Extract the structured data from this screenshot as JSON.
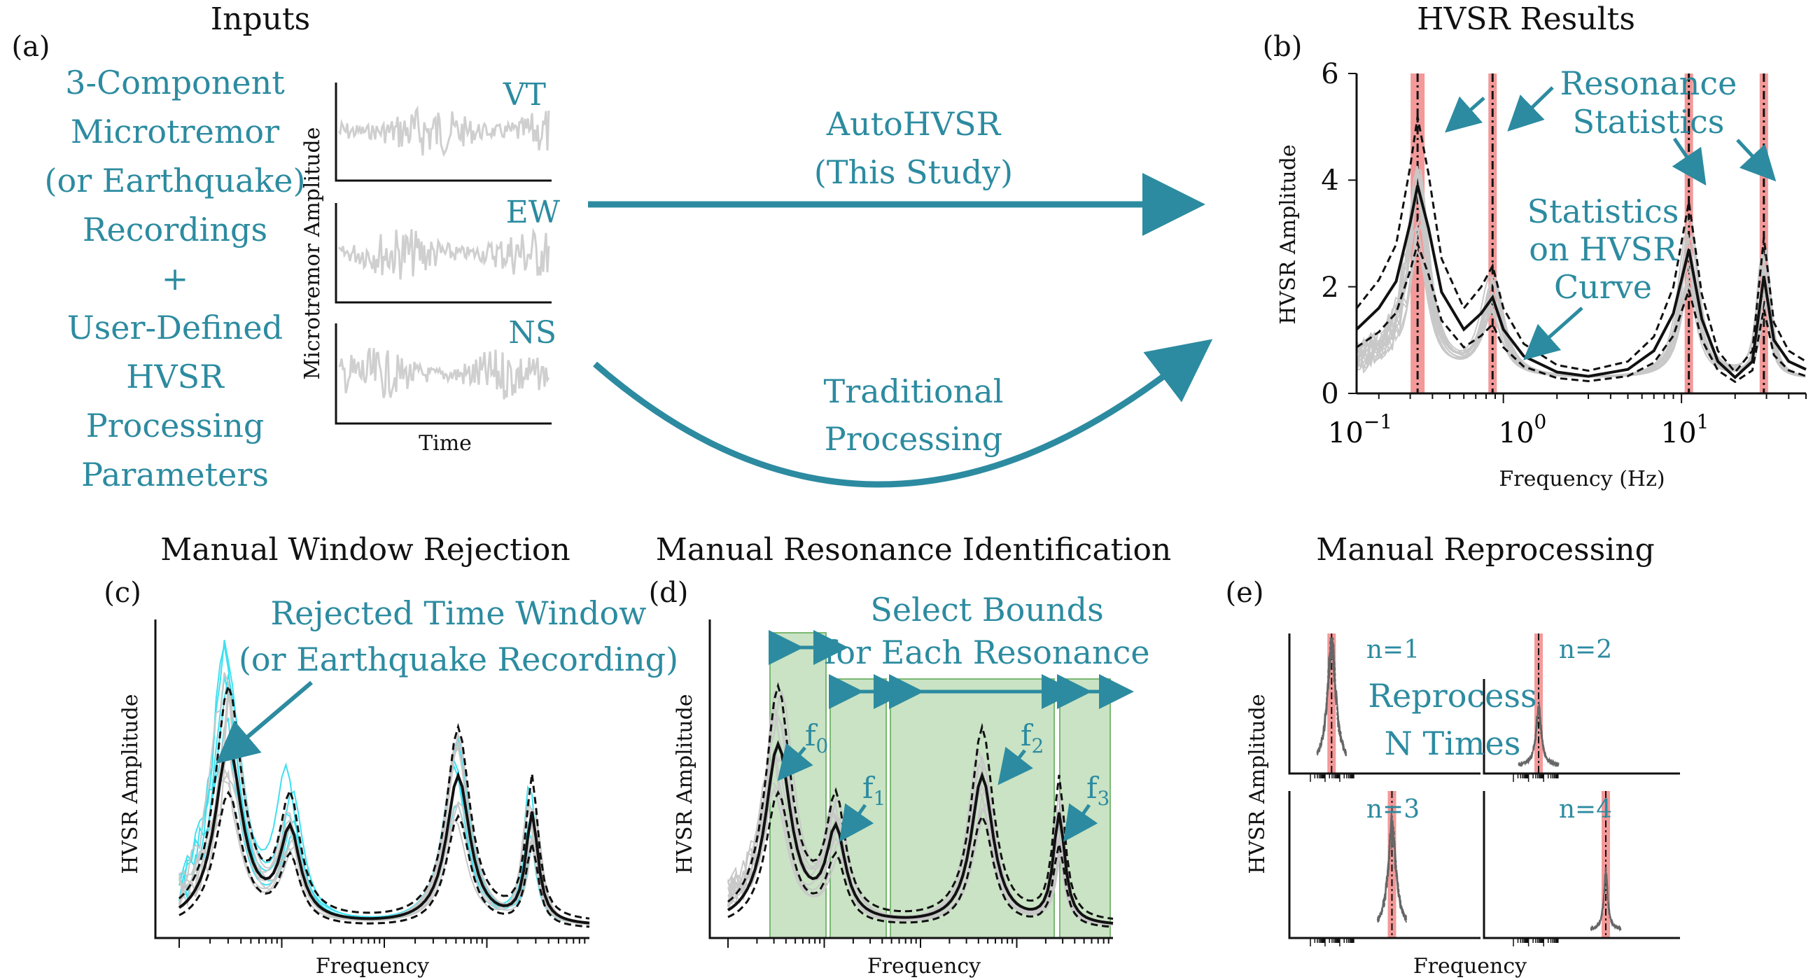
{
  "panels": {
    "a": {
      "label": "(a)",
      "title": "Inputs",
      "lines": [
        "3-Component",
        "Microtremor",
        "(or Earthquake)",
        "Recordings",
        "+",
        "User-Defined",
        "HVSR",
        "Processing",
        "Parameters"
      ],
      "components": [
        "VT",
        "EW",
        "NS"
      ],
      "ylabel": "Microtremor Amplitude",
      "xlabel": "Time"
    },
    "arrows": {
      "auto_line1": "AutoHVSR",
      "auto_line2": "(This Study)",
      "trad_line1": "Traditional",
      "trad_line2": "Processing"
    },
    "b": {
      "label": "(b)",
      "title": "HVSR Results",
      "ylabel": "HVSR Amplitude",
      "xlabel": "Frequency (Hz)",
      "yticks": [
        "0",
        "2",
        "4",
        "6"
      ],
      "xticks": [
        {
          "base": "10",
          "exp": "−1"
        },
        {
          "base": "10",
          "exp": "0"
        },
        {
          "base": "10",
          "exp": "1"
        }
      ],
      "ann_resonance_1": "Resonance",
      "ann_resonance_2": "Statistics",
      "ann_curve_1": "Statistics",
      "ann_curve_2": "on HVSR",
      "ann_curve_3": "Curve"
    },
    "c": {
      "label": "(c)",
      "title": "Manual Window Rejection",
      "ylabel": "HVSR Amplitude",
      "xlabel": "Frequency",
      "ann_1": "Rejected Time Window",
      "ann_2": "(or Earthquake Recording)"
    },
    "d": {
      "label": "(d)",
      "title": "Manual Resonance Identification",
      "ylabel": "HVSR Amplitude",
      "xlabel": "Frequency",
      "ann_1": "Select Bounds",
      "ann_2": "for Each Resonance",
      "peaks": [
        "f",
        "f",
        "f",
        "f"
      ],
      "peak_subs": [
        "0",
        "1",
        "2",
        "3"
      ]
    },
    "e": {
      "label": "(e)",
      "title": "Manual Reprocessing",
      "ylabel": "HVSR Amplitude",
      "xlabel": "Frequency",
      "subplots": [
        "n=1",
        "n=2",
        "n=3",
        "n=4"
      ],
      "ann_1": "Reprocess",
      "ann_2": "N Times"
    }
  },
  "colors": {
    "teal": "#2c8ba0",
    "gray_trace": "#c8c8c8",
    "cyan_rejected": "#3fe0f0",
    "red_band": "#f08080",
    "green_bounds": "#9ccc94"
  },
  "chart_data": {
    "type": "line",
    "title": "HVSR Results",
    "xlabel": "Frequency (Hz)",
    "ylabel": "HVSR Amplitude",
    "x_scale": "log",
    "xlim": [
      0.15,
      50
    ],
    "ylim": [
      0,
      6
    ],
    "resonance_frequencies_hz": [
      0.33,
      0.87,
      11,
      29
    ],
    "series": [
      {
        "x": [
          0.15,
          0.2,
          0.25,
          0.3,
          0.33,
          0.38,
          0.45,
          0.6,
          0.75,
          0.87,
          1.0,
          1.3,
          2,
          3,
          5,
          7,
          9,
          11,
          13,
          16,
          20,
          25,
          29,
          33,
          40,
          50
        ],
        "values": [
          1.2,
          1.6,
          2.1,
          3.2,
          3.9,
          3.1,
          1.9,
          1.2,
          1.5,
          1.8,
          1.2,
          0.7,
          0.4,
          0.32,
          0.45,
          0.8,
          1.5,
          2.7,
          1.4,
          0.6,
          0.3,
          0.6,
          2.2,
          1.0,
          0.6,
          0.45
        ]
      }
    ]
  }
}
